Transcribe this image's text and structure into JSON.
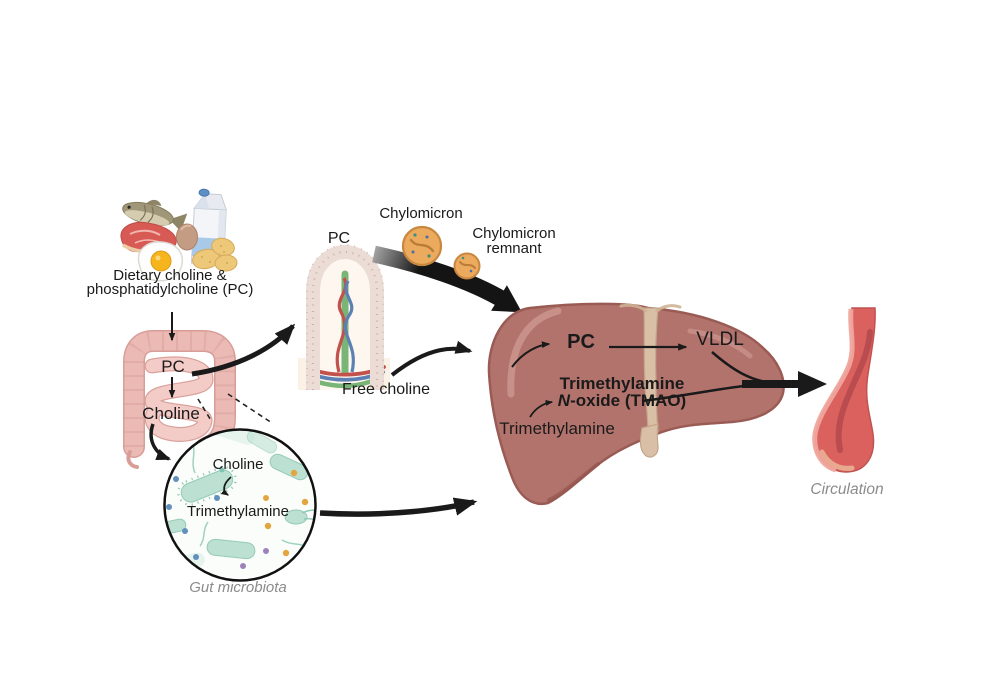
{
  "labels": {
    "dietary": "Dietary choline &\nphosphatidylcholine (PC)",
    "intestine_pc": "PC",
    "intestine_choline": "Choline",
    "microbiota_choline": "Choline",
    "microbiota_tma": "Trimethylamine",
    "gut_microbiota": "Gut microbiota",
    "villus_pc": "PC",
    "free_choline": "Free choline",
    "chylomicron": "Chylomicron",
    "chylomicron_remnant": "Chylomicron\nremnant",
    "liver_pc": "PC",
    "vldl": "VLDL",
    "tmao_line1": "Trimethylamine",
    "tmao_n": "N",
    "tmao_rest": "-oxide (TMAO)",
    "liver_tma": "Trimethylamine",
    "circulation": "Circulation"
  },
  "colors": {
    "background": "#ffffff",
    "arrow_black": "#1a1a1a",
    "caption_gray": "#8b8b8b",
    "liver_body": "#b3736d",
    "liver_outline": "#9a5b55",
    "liver_ligament_tan": "#d9bfa6",
    "intestine_pink": "#ecbab5",
    "intestine_outline": "#d89d97",
    "villus_wall": "#ebddd6",
    "villus_lacteal_green": "#79b577",
    "villus_artery_red": "#c2514c",
    "villus_vein_blue": "#5c80b3",
    "chylomicron_orange": "#ebaa5e",
    "chylomicron_outline": "#c8873e",
    "bacteria_teal": "#bce1d2",
    "dot_orange": "#e3a63f",
    "dot_blue": "#6090bb",
    "dot_purple": "#9d82ba",
    "vessel_red": "#db615f",
    "vessel_rim_light": "#efa59c",
    "vessel_inner_dark": "#b54a4c"
  },
  "icons": {
    "food": "food-icon",
    "intestine": "large-intestine-icon",
    "villus": "intestinal-villus-icon",
    "gut_microbiota": "gut-microbiota-magnifier-icon",
    "chylomicron": "chylomicron-particle-icon",
    "liver": "liver-icon",
    "blood_vessel": "blood-vessel-icon"
  }
}
